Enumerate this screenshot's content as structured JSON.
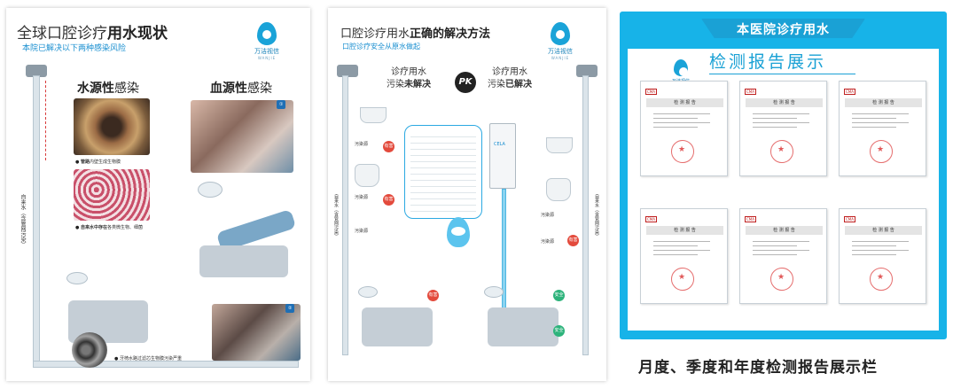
{
  "panel1": {
    "title_light": "全球口腔诊疗",
    "title_bold": "用水现状",
    "subtitle": "本院已解决以下两种感染风险",
    "brand_name": "万洁视信",
    "brand_sub": "WANJIE",
    "section_left_bold": "水源性",
    "section_left_light": "感染",
    "section_right_bold": "血源性",
    "section_right_light": "感染",
    "caption_pipe_bold": "管路",
    "caption_pipe": "内壁生成生物膜",
    "caption_water_bold": "自来水中存在",
    "caption_water": "各类微生物、细菌",
    "caption_valve": "牙椅水路过滤芯生物膜污染严重",
    "vertical_label": "自来水（含管网污染）"
  },
  "panel2": {
    "title_light": "口腔诊疗用水",
    "title_bold": "正确的解决方法",
    "subtitle": "口腔诊疗安全从原水做起",
    "brand_name": "万洁视信",
    "brand_sub": "WANJIE",
    "left_line1": "诊疗用水",
    "left_line2_light": "污染",
    "left_line2_bold": "未解决",
    "right_line1": "诊疗用水",
    "right_line2_light": "污染",
    "right_line2_bold": "已解决",
    "pk": "PK",
    "label_polluted": "污染源",
    "tag_pollute": "有害",
    "tag_safe": "安全",
    "machine_label": "CELA",
    "vertical_left": "自来水（含管网污染）",
    "vertical_right": "自来水（含管网污染）"
  },
  "panel3": {
    "title": "本医院诊疗用水",
    "subtitle": "检测报告展示",
    "brand_name": "万洁视信",
    "reports": [
      {
        "header": "检 测 报 告",
        "logo": "CMA"
      },
      {
        "header": "检 测 报 告",
        "logo": "CMA"
      },
      {
        "header": "检 测 报 告",
        "logo": "CMA"
      },
      {
        "header": "检 测 报 告",
        "logo": "CMA"
      },
      {
        "header": "检 测 报 告",
        "logo": "CMA"
      },
      {
        "header": "检 测 报 告",
        "logo": "CMA"
      }
    ]
  },
  "footer_caption": "月度、季度和年度检测报告展示栏",
  "colors": {
    "accent_blue": "#1aa1d5",
    "board_blue": "#17b3e8",
    "danger_red": "#e34a3c",
    "safe_green": "#2db37b"
  }
}
